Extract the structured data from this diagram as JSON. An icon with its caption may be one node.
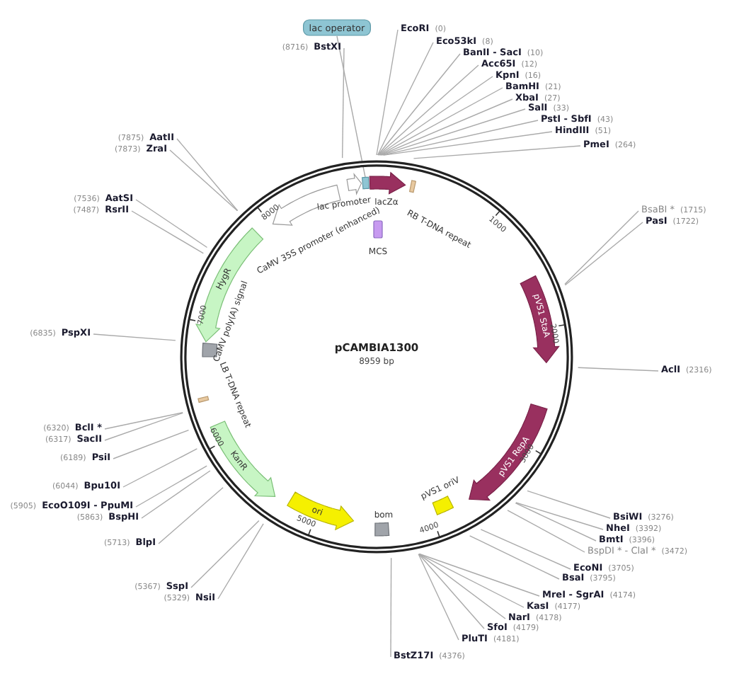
{
  "diagram": {
    "nodes": [
      {
        "text": [
          "lac operator"
        ]
      },
      {
        "text": [
          "BstXI"
        ],
        "beside": [
          "(8716)"
        ]
      },
      {
        "text": [
          "EcoRI"
        ],
        "beside": [
          "(0)"
        ]
      },
      {
        "text": [
          "Eco53kI"
        ],
        "beside": [
          "(8)"
        ]
      },
      {
        "text": [
          "BanII - SacI"
        ],
        "beside": [
          "(10)"
        ]
      },
      {
        "text": [
          "Acc65I"
        ],
        "beside": [
          "(12)"
        ]
      },
      {
        "text": [
          "KpnI"
        ],
        "beside": [
          "(16)"
        ]
      },
      {
        "text": [
          "BamHI"
        ],
        "beside": [
          "(21)"
        ]
      },
      {
        "text": [
          "XbaI"
        ],
        "beside": [
          "(27)"
        ]
      },
      {
        "text": [
          "SalI"
        ],
        "beside": [
          "(33)"
        ]
      },
      {
        "text": [
          "PstI - SbfI"
        ],
        "beside": [
          "(43)"
        ]
      },
      {
        "text": [
          "HindIII"
        ],
        "beside": [
          "(51)"
        ]
      },
      {
        "text": [
          "PmeI"
        ],
        "beside": [
          "(264)"
        ]
      },
      {
        "text": [
          "AatII"
        ],
        "beside": [
          "(7875)"
        ]
      },
      {
        "text": [
          "ZraI"
        ],
        "beside": [
          "(7873)"
        ]
      },
      {
        "text": [
          "AatSI"
        ],
        "beside": [
          "(7536)"
        ]
      },
      {
        "text": [
          "RsrII"
        ],
        "beside": [
          "(7487)"
        ]
      },
      {
        "text": [
          "BsaBI *"
        ],
        "beside": [
          "(1715)"
        ]
      },
      {
        "text": [
          "PasI"
        ],
        "beside": [
          "(1722)"
        ]
      },
      {
        "text": [
          "PspXI"
        ],
        "beside": [
          "(6835)"
        ]
      },
      {
        "text": [
          "AclI"
        ],
        "beside": [
          "(2316)"
        ]
      },
      {
        "text": [
          "BclI *"
        ],
        "beside": [
          "(6320)"
        ]
      },
      {
        "text": [
          "SacII"
        ],
        "beside": [
          "(6317)"
        ]
      },
      {
        "text": [
          "PsiI"
        ],
        "beside": [
          "(6189)"
        ]
      },
      {
        "text": [
          "Bpu10I"
        ],
        "beside": [
          "(6044)"
        ]
      },
      {
        "text": [
          "EcoO109I - PpuMI"
        ],
        "beside": [
          "(5905)"
        ]
      },
      {
        "text": [
          "BspHI"
        ],
        "beside": [
          "(5863)"
        ]
      },
      {
        "text": [
          "BlpI"
        ],
        "beside": [
          "(5713)"
        ]
      },
      {
        "text": [
          "SspI"
        ],
        "beside": [
          "(5367)"
        ]
      },
      {
        "text": [
          "NsiI"
        ],
        "beside": [
          "(5329)"
        ]
      },
      {
        "text": [
          "BsiWI"
        ],
        "beside": [
          "(3276)"
        ]
      },
      {
        "text": [
          "NheI"
        ],
        "beside": [
          "(3392)"
        ]
      },
      {
        "text": [
          "BmtI"
        ],
        "beside": [
          "(3396)"
        ]
      },
      {
        "text": [
          "BspDI * - ClaI *"
        ],
        "beside": [
          "(3472)"
        ]
      },
      {
        "text": [
          "EcoNI"
        ],
        "beside": [
          "(3705)"
        ]
      },
      {
        "text": [
          "BsaI"
        ],
        "beside": [
          "(3795)"
        ]
      },
      {
        "text": [
          "MreI - SgrAI"
        ],
        "beside": [
          "(4174)"
        ]
      },
      {
        "text": [
          "KasI"
        ],
        "beside": [
          "(4177)"
        ]
      },
      {
        "text": [
          "NarI"
        ],
        "beside": [
          "(4178)"
        ]
      },
      {
        "text": [
          "SfoI"
        ],
        "beside": [
          "(4179)"
        ]
      },
      {
        "text": [
          "PluTI"
        ],
        "beside": [
          "(4181)"
        ]
      },
      {
        "text": [
          "BstZ17I"
        ],
        "beside": [
          "(4376)"
        ]
      },
      {
        "text": [],
        "shape": "box"
      },
      {
        "text": [
          "lac promoter"
        ]
      },
      {
        "text": [
          "lacZα"
        ]
      },
      {
        "text": [
          "RB T-DNA repeat"
        ]
      },
      {
        "text": [
          "MCS"
        ]
      },
      {
        "text": [
          "CaMV 35S promoter (enhanced)"
        ]
      },
      {
        "text": [
          "pVS1 StaA"
        ]
      },
      {
        "text": [
          "pVS1 RepA"
        ]
      },
      {
        "text": [
          "pVS1 oriV"
        ]
      },
      {
        "text": [
          "bom"
        ]
      },
      {
        "text": [
          "ori"
        ]
      },
      {
        "text": [
          "KanR"
        ]
      },
      {
        "text": [
          "LB T-DNA repeat"
        ]
      },
      {
        "text": [
          "CaMV poly(A) signal"
        ]
      },
      {
        "text": [
          "HygR"
        ]
      }
    ],
    "edges": [
      {
        "from": 0,
        "to": 42,
        "arrow": "none"
      },
      {
        "from": 1,
        "to": null,
        "arrow": "none"
      },
      {
        "from": 2,
        "to": null,
        "arrow": "none"
      },
      {
        "from": 3,
        "to": null,
        "arrow": "none"
      },
      {
        "from": 4,
        "to": null,
        "arrow": "none"
      },
      {
        "from": 5,
        "to": null,
        "arrow": "none"
      },
      {
        "from": 6,
        "to": null,
        "arrow": "none"
      },
      {
        "from": 7,
        "to": null,
        "arrow": "none"
      },
      {
        "from": 8,
        "to": null,
        "arrow": "none"
      },
      {
        "from": 9,
        "to": null,
        "arrow": "none"
      },
      {
        "from": 10,
        "to": null,
        "arrow": "none"
      },
      {
        "from": 11,
        "to": null,
        "arrow": "none"
      },
      {
        "from": 12,
        "to": null,
        "arrow": "none"
      },
      {
        "from": 13,
        "to": null,
        "arrow": "none"
      },
      {
        "from": 14,
        "to": null,
        "arrow": "none"
      },
      {
        "from": 15,
        "to": null,
        "arrow": "none"
      },
      {
        "from": 16,
        "to": null,
        "arrow": "none"
      },
      {
        "from": 17,
        "to": null,
        "arrow": "none"
      },
      {
        "from": 18,
        "to": null,
        "arrow": "none"
      },
      {
        "from": 19,
        "to": null,
        "arrow": "none"
      },
      {
        "from": 20,
        "to": null,
        "arrow": "none"
      },
      {
        "from": 21,
        "to": null,
        "arrow": "none"
      },
      {
        "from": 22,
        "to": null,
        "arrow": "none"
      },
      {
        "from": 23,
        "to": null,
        "arrow": "none"
      },
      {
        "from": 24,
        "to": null,
        "arrow": "none"
      },
      {
        "from": 25,
        "to": null,
        "arrow": "none"
      },
      {
        "from": 26,
        "to": null,
        "arrow": "none"
      },
      {
        "from": 27,
        "to": null,
        "arrow": "none"
      },
      {
        "from": 28,
        "to": null,
        "arrow": "none"
      },
      {
        "from": 29,
        "to": null,
        "arrow": "none"
      },
      {
        "from": 30,
        "to": null,
        "arrow": "none"
      },
      {
        "from": 31,
        "to": null,
        "arrow": "none"
      },
      {
        "from": 32,
        "to": null,
        "arrow": "none"
      },
      {
        "from": 33,
        "to": null,
        "arrow": "none"
      },
      {
        "from": 34,
        "to": null,
        "arrow": "none"
      },
      {
        "from": 35,
        "to": null,
        "arrow": "none"
      },
      {
        "from": 36,
        "to": null,
        "arrow": "none"
      },
      {
        "from": 37,
        "to": null,
        "arrow": "none"
      },
      {
        "from": 38,
        "to": null,
        "arrow": "none"
      },
      {
        "from": 39,
        "to": null,
        "arrow": "none"
      },
      {
        "from": 40,
        "to": null,
        "arrow": "none"
      },
      {
        "from": 41,
        "to": null,
        "arrow": "none"
      }
    ],
    "labels": [
      "pCAMBIA1300",
      "8959 bp",
      "1000",
      "2000",
      "3000",
      "4000",
      "5000",
      "6000",
      "7000",
      "8000"
    ]
  }
}
